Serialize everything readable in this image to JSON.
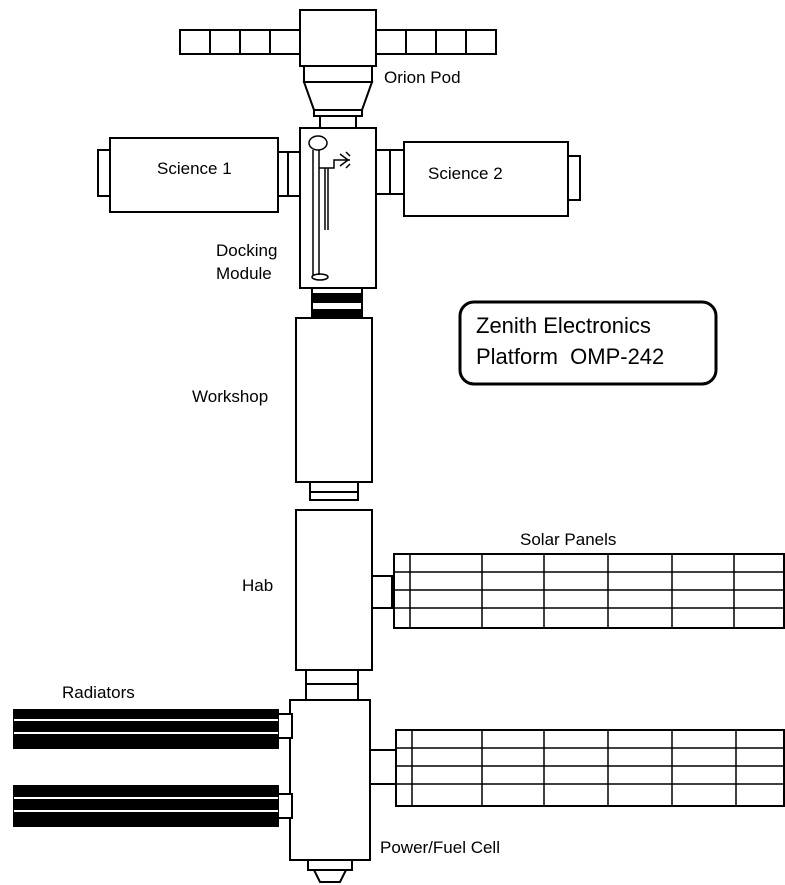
{
  "labels": {
    "orion_pod": "Orion Pod",
    "science_1": "Science 1",
    "science_2": "Science 2",
    "docking_line1": "Docking",
    "docking_line2": "Module",
    "workshop": "Workshop",
    "hab": "Hab",
    "solar_panels": "Solar Panels",
    "radiators": "Radiators",
    "power_fuel_cell": "Power/Fuel Cell"
  },
  "title_box": {
    "line1": "Zenith Electronics",
    "line2": "Platform  OMP-242"
  },
  "colors": {
    "line": "#000000",
    "fill": "#ffffff",
    "radiator": "#000000"
  }
}
